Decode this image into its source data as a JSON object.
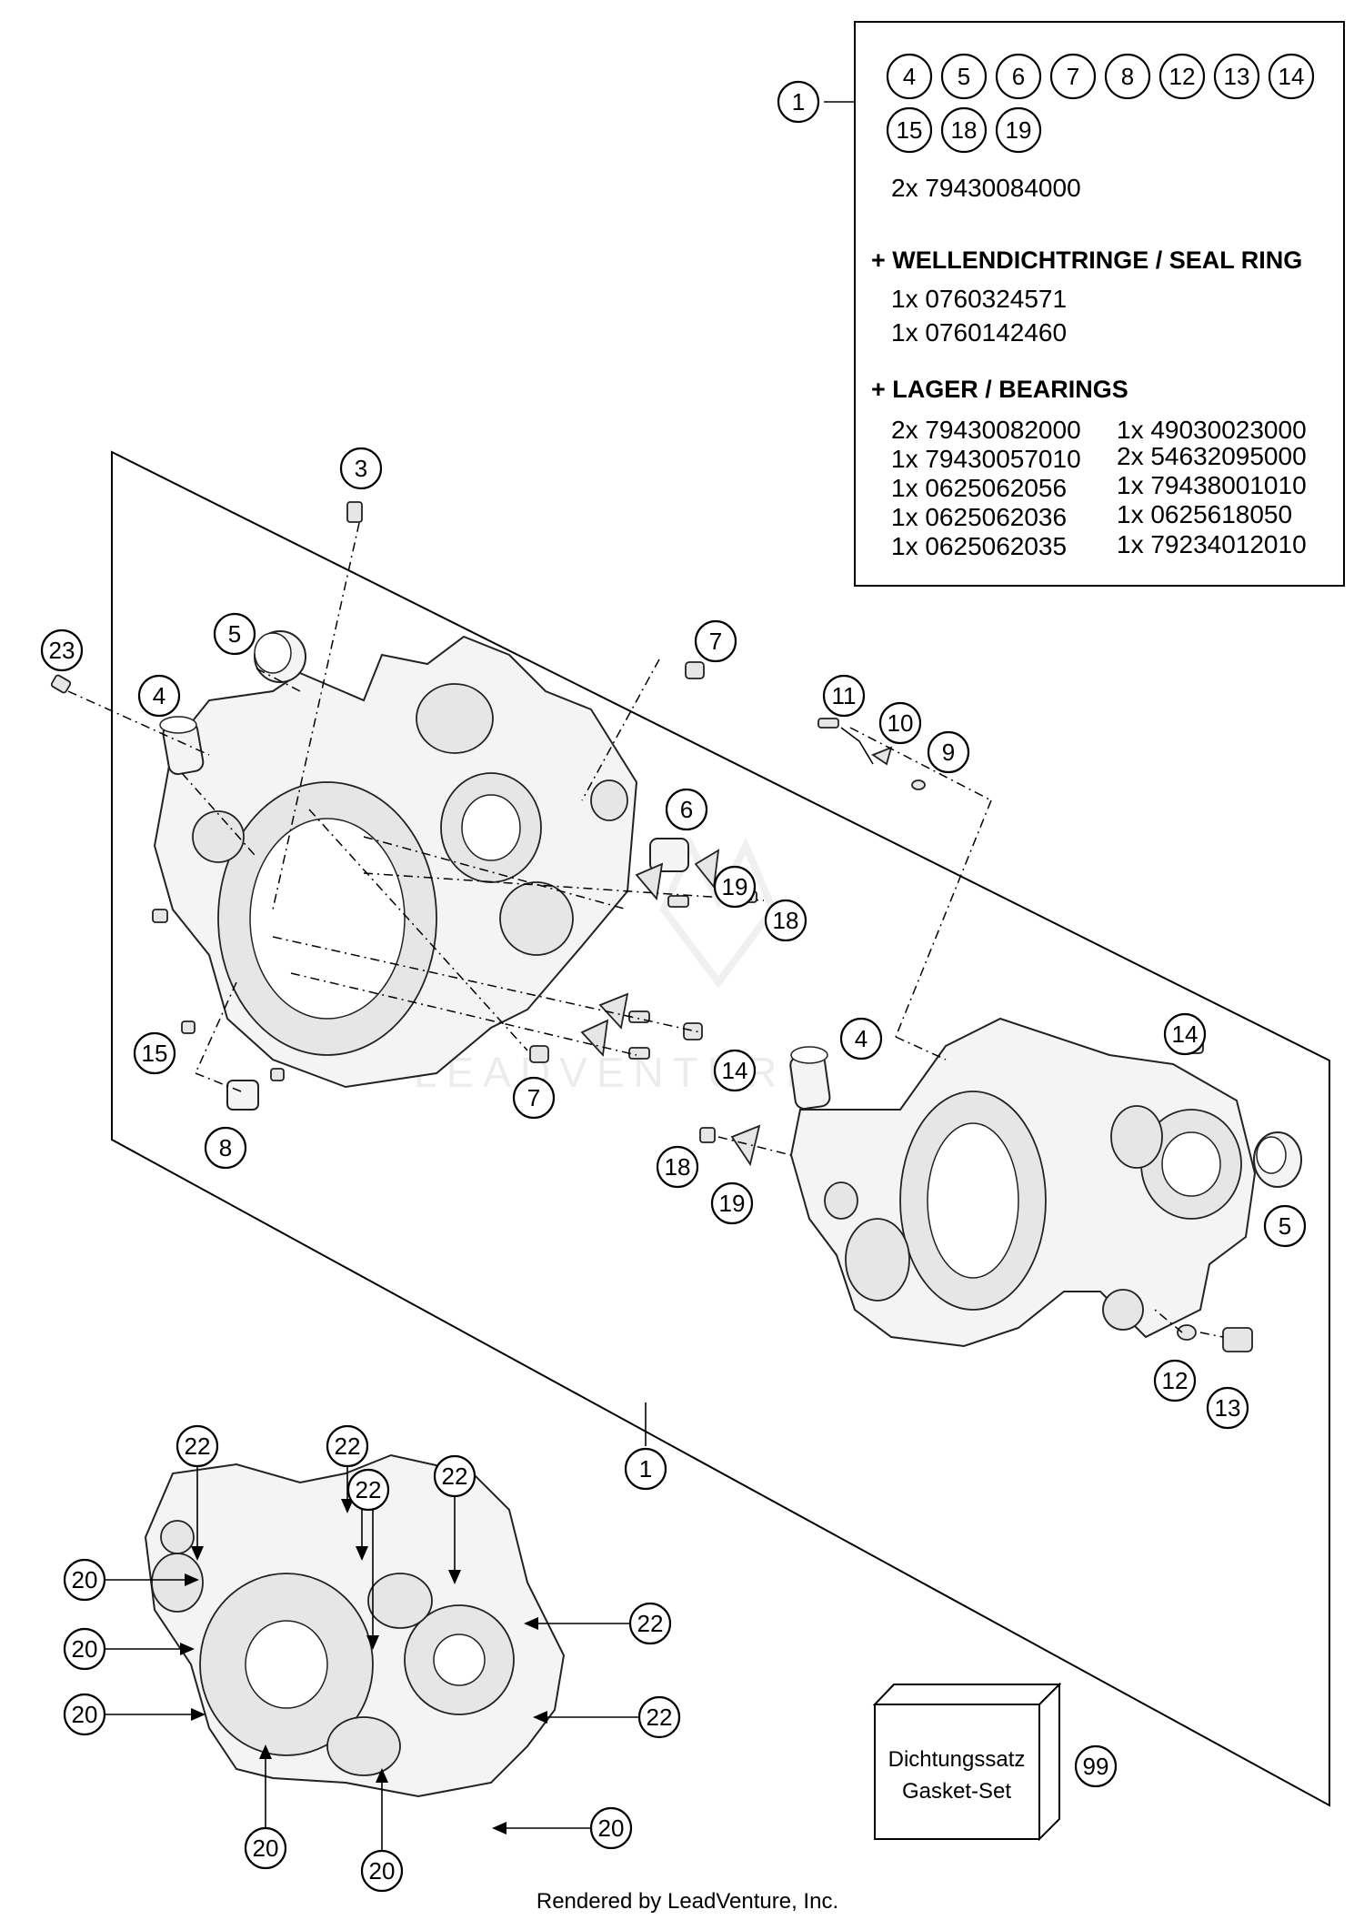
{
  "kit_panel": {
    "callout": "1",
    "included_numbers": [
      "4",
      "5",
      "6",
      "7",
      "8",
      "12",
      "13",
      "14",
      "15",
      "18",
      "19"
    ],
    "main_item": "2x 79430084000",
    "seal_heading": "+ WELLENDICHTRINGE /  SEAL RING",
    "seal_items": [
      "1x 0760324571",
      "1x 0760142460"
    ],
    "bearing_heading": "+ LAGER / BEARINGS",
    "bearing_col1": [
      "2x 79430082000",
      "1x 79430057010",
      "1x 0625062056",
      "1x 0625062036",
      "1x 0625062035"
    ],
    "bearing_col2": [
      "1x 49030023000",
      "2x 54632095000",
      "1x 79438001010",
      "1x 0625618050",
      "1x 79234012010"
    ]
  },
  "callouts": {
    "c1_bottom": "1",
    "c3": "3",
    "c4_left": "4",
    "c4_right": "4",
    "c5_left": "5",
    "c5_right": "5",
    "c6": "6",
    "c7_top": "7",
    "c7_bottom": "7",
    "c8": "8",
    "c9": "9",
    "c10": "10",
    "c11": "11",
    "c12": "12",
    "c13": "13",
    "c14_mid": "14",
    "c14_right": "14",
    "c15": "15",
    "c18_top": "18",
    "c18_right": "18",
    "c19_top": "19",
    "c19_right": "19",
    "c23": "23",
    "c99": "99",
    "c22_a": "22",
    "c22_b": "22",
    "c22_c": "22",
    "c22_d": "22",
    "c22_e": "22",
    "c22_f": "22",
    "c20_a": "20",
    "c20_b": "20",
    "c20_c": "20",
    "c20_d": "20",
    "c20_e": "20",
    "c20_f": "20"
  },
  "gasket_box": {
    "line1": "Dichtungssatz",
    "line2": "Gasket-Set"
  },
  "watermark": "LEADVENTURE",
  "footer": "Rendered by LeadVenture, Inc."
}
